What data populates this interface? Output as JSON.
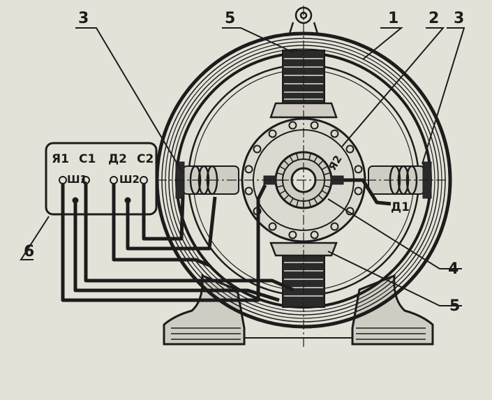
{
  "callouts": {
    "c1": "1",
    "c2": "2",
    "c3_left": "3",
    "c3_right": "3",
    "c4": "4",
    "c5_top": "5",
    "c5_bottom": "5",
    "c6": "6"
  },
  "terminals": {
    "ya1": "Я1",
    "c1": "С1",
    "d2": "Д2",
    "c2": "С2",
    "sh1": "Ш1",
    "sh2": "Ш2"
  },
  "winding_marks": {
    "ya2": "Я2",
    "d1": "Д1"
  },
  "colors": {
    "ink": "#1c1c1c",
    "paper": "#e4e2d8"
  }
}
